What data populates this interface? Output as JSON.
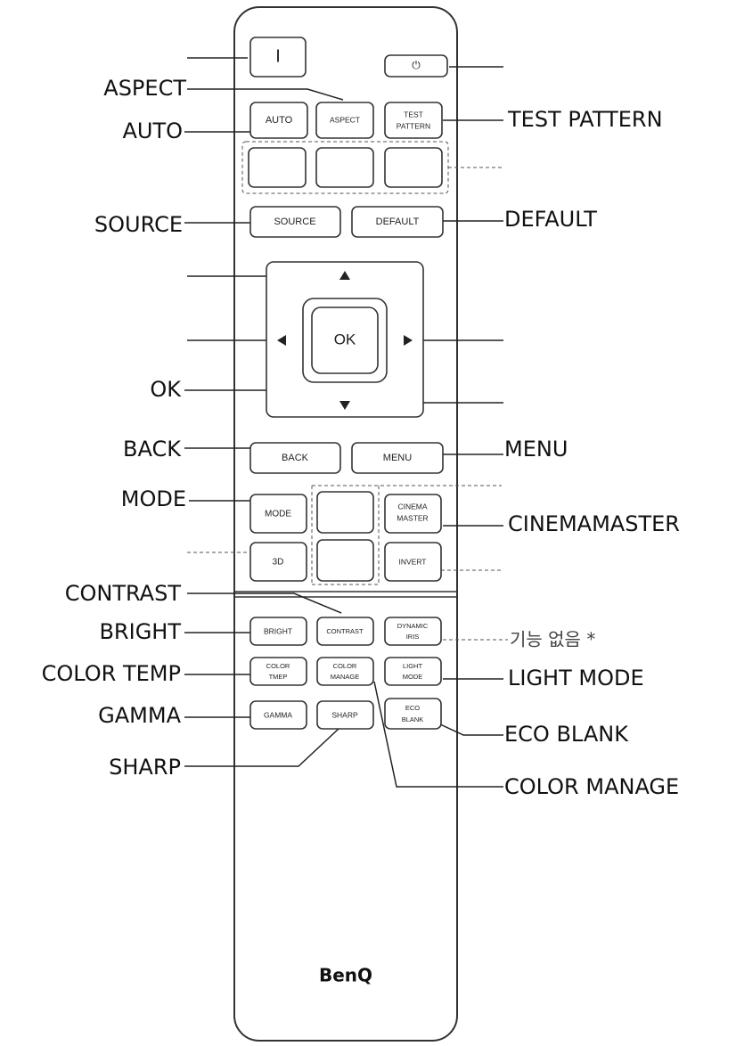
{
  "callouts_left": {
    "aspect": "ASPECT",
    "auto": "AUTO",
    "source": "SOURCE",
    "ok": "OK",
    "back": "BACK",
    "mode": "MODE",
    "contrast": "CONTRAST",
    "bright": "BRIGHT",
    "color_temp": "COLOR TEMP",
    "gamma": "GAMMA",
    "sharp": "SHARP"
  },
  "callouts_right": {
    "test_pattern": "TEST PATTERN",
    "default": "DEFAULT",
    "menu": "MENU",
    "cinemamaster": "CINEMAMASTER",
    "dynamic_iris": "기능 없음 *",
    "light_mode": "LIGHT MODE",
    "eco_blank": "ECO BLANK",
    "color_manage": "COLOR MANAGE"
  },
  "keys": {
    "on": "I",
    "power": "⏻",
    "auto": "AUTO",
    "aspect": "ASPECT",
    "test_1": "TEST",
    "test_2": "PATTERN",
    "source": "SOURCE",
    "default": "DEFAULT",
    "ok": "OK",
    "back": "BACK",
    "menu": "MENU",
    "mode": "MODE",
    "cinema_1": "CINEMA",
    "cinema_2": "MASTER",
    "threed": "3D",
    "invert": "INVERT",
    "bright": "BRIGHT",
    "contrast": "CONTRAST",
    "iris_1": "DYNAMIC",
    "iris_2": "IRIS",
    "ctemp_1": "COLOR",
    "ctemp_2": "TMEP",
    "cmanage_1": "COLOR",
    "cmanage_2": "MANAGE",
    "light_1": "LIGHT",
    "light_2": "MODE",
    "gamma": "GAMMA",
    "sharp": "SHARP",
    "eco_1": "ECO",
    "eco_2": "BLANK"
  },
  "brand": "BenQ"
}
